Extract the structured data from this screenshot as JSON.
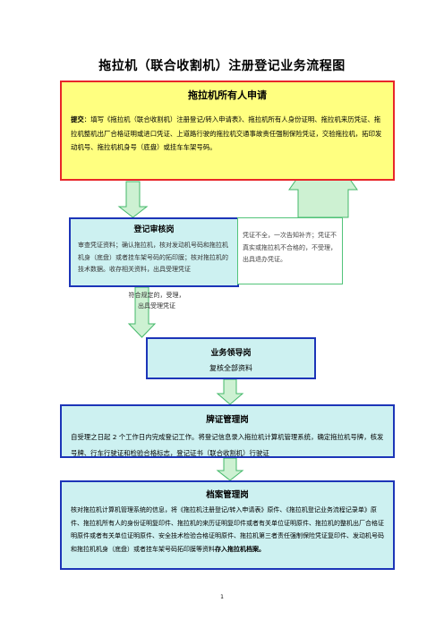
{
  "title": "拖拉机（联合收割机）注册登记业务流程图",
  "applicant": {
    "heading": "拖拉机所有人申请",
    "lead": "提交",
    "text": "：填写《拖拉机（联合收割机）注册登记/转入申请表》、拖拉机所有人身份证明、拖拉机来历凭证、拖拉机整机出厂合格证明或进口凭证、上道路行驶的拖拉机交通事故责任强制保险凭证，交验拖拉机，拓印发动机号、拖拉机机身号（底盘）或挂车车架号码。"
  },
  "reviewer": {
    "heading": "登记审核岗",
    "text": "审查凭证资料；确认拖拉机，核对发动机号码和拖拉机机身（底盘）或者挂车架号码的拓印膜；核对拖拉机的技术数据。收存相关资料，出具受理凭证"
  },
  "reject": {
    "text": "凭证不全，一次告知补齐；凭证不真实或拖拉机不合格的，不受理，出具退办凭证。"
  },
  "accept": {
    "text": "符合规定的，受理，出具受理凭证"
  },
  "leader": {
    "heading": "业务领导岗",
    "text": "复核全部资料"
  },
  "plate": {
    "heading": "牌证管理岗",
    "text": "自受理之日起 2 个工作日内完成登记工作。将登记信息录入拖拉机计算机管理系统，确定拖拉机号牌，核发号牌、行车行驶证和检验合格标志，登记证书（联合收割机）行驶证"
  },
  "archive": {
    "heading": "档案管理岗",
    "text": "核对拖拉机计算机管理系统的信息，将《拖拉机注册登记/转入申请表》原件、《拖拉机登记业务流程记录单》原件、拖拉机所有人的身份证明复印件、拖拉机的来历证明复印件或者有关单位证明原件、拖拉机的整机出厂合格证明原件或者有关单位证明原件、安全技术检验合格证明原件、拖拉机第三者责任强制保险凭证复印件、发动机号码和拖拉机机身（底盘）或者挂车架号码拓印膜等资料",
    "tail": "存入拖拉机档案。"
  },
  "page_number": "1",
  "colors": {
    "applicant_fill": "#ffff80",
    "applicant_border": "#e8262a",
    "box_fill": "#cdf1f1",
    "box_border": "#1c35b8",
    "arrow_fill": "#cdf1d2",
    "arrow_border": "#44b86a"
  }
}
